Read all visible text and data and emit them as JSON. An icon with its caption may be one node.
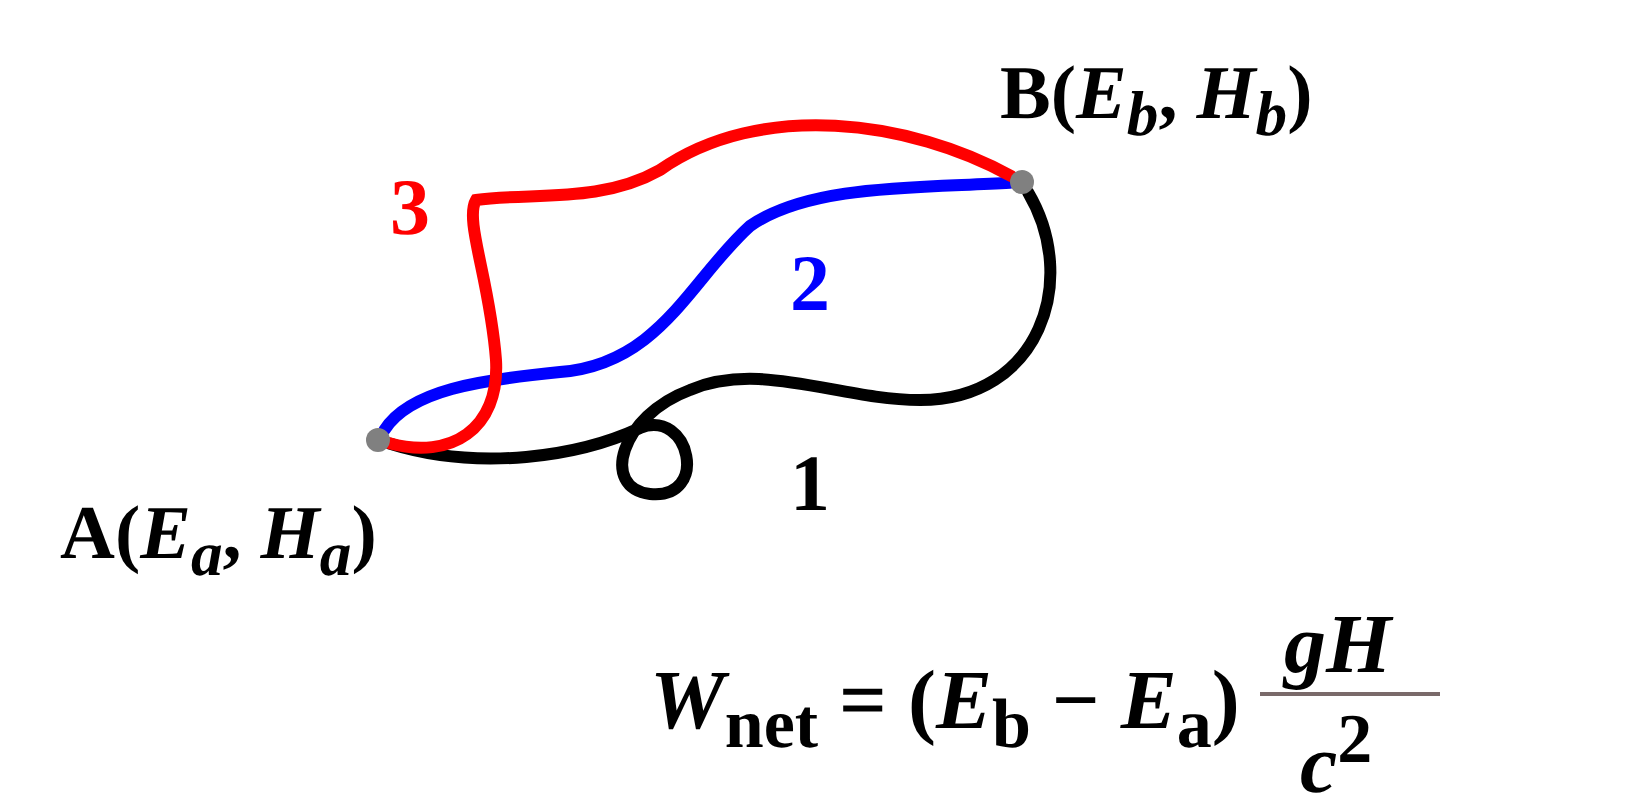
{
  "diagram": {
    "nodes": [
      {
        "text": [],
        "shape": "circle",
        "beside": [
          "A(*E$_{a}$*, *H$_{a}$*)"
        ]
      },
      {
        "text": [],
        "shape": "circle",
        "beside": [
          "B(*E$_{b}$*, *H$_{b}$*)"
        ]
      }
    ],
    "edges": [
      {
        "from": 0,
        "to": 1,
        "arrow": "none",
        "label": "1",
        "color": "#000000"
      },
      {
        "from": 0,
        "to": 1,
        "arrow": "none",
        "label": "2",
        "color": "#0000ff"
      },
      {
        "from": 0,
        "to": 1,
        "arrow": "none",
        "label": "3",
        "color": "#ff0000"
      }
    ],
    "labels": [
      "*W*$_{net}$ = (*E*$_{b}$ − *E*$_{a}$)",
      "*gH*",
      "*c*$^{2}$"
    ]
  }
}
